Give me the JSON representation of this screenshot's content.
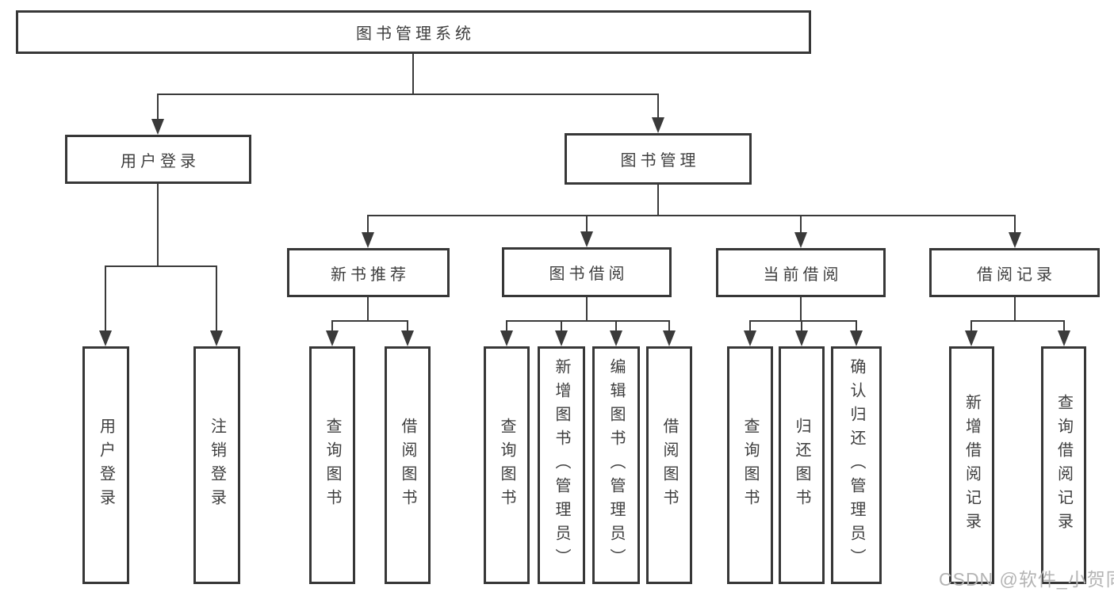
{
  "diagram": {
    "title": "图书管理系统",
    "nodes": {
      "root": {
        "label": "图书管理系统"
      },
      "user_login": {
        "label": "用户登录"
      },
      "book_mgmt": {
        "label": "图书管理"
      },
      "login": {
        "label": "用户登录"
      },
      "logout": {
        "label": "注销登录"
      },
      "new_rec": {
        "label": "新书推荐"
      },
      "borrow": {
        "label": "图书借阅"
      },
      "current": {
        "label": "当前借阅"
      },
      "record": {
        "label": "借阅记录"
      },
      "rec_query": {
        "label": "查询图书"
      },
      "rec_borrow": {
        "label": "借阅图书"
      },
      "bor_query": {
        "label": "查询图书"
      },
      "bor_add": {
        "label": "新增图书（管理员）"
      },
      "bor_edit": {
        "label": "编辑图书（管理员）"
      },
      "bor_borrow": {
        "label": "借阅图书"
      },
      "cur_query": {
        "label": "查询图书"
      },
      "cur_return": {
        "label": "归还图书"
      },
      "cur_confirm": {
        "label": "确认归还（管理员）"
      },
      "rec2_add": {
        "label": "新增借阅记录"
      },
      "rec2_query": {
        "label": "查询借阅记录"
      }
    }
  },
  "watermark": {
    "text": "CSDN @软件_小贺同学"
  },
  "colors": {
    "background": "#ffffff",
    "box_border": "#373737",
    "line": "#3a3a3a",
    "text": "#3e3e3e",
    "watermark": "#b4b4b4"
  }
}
